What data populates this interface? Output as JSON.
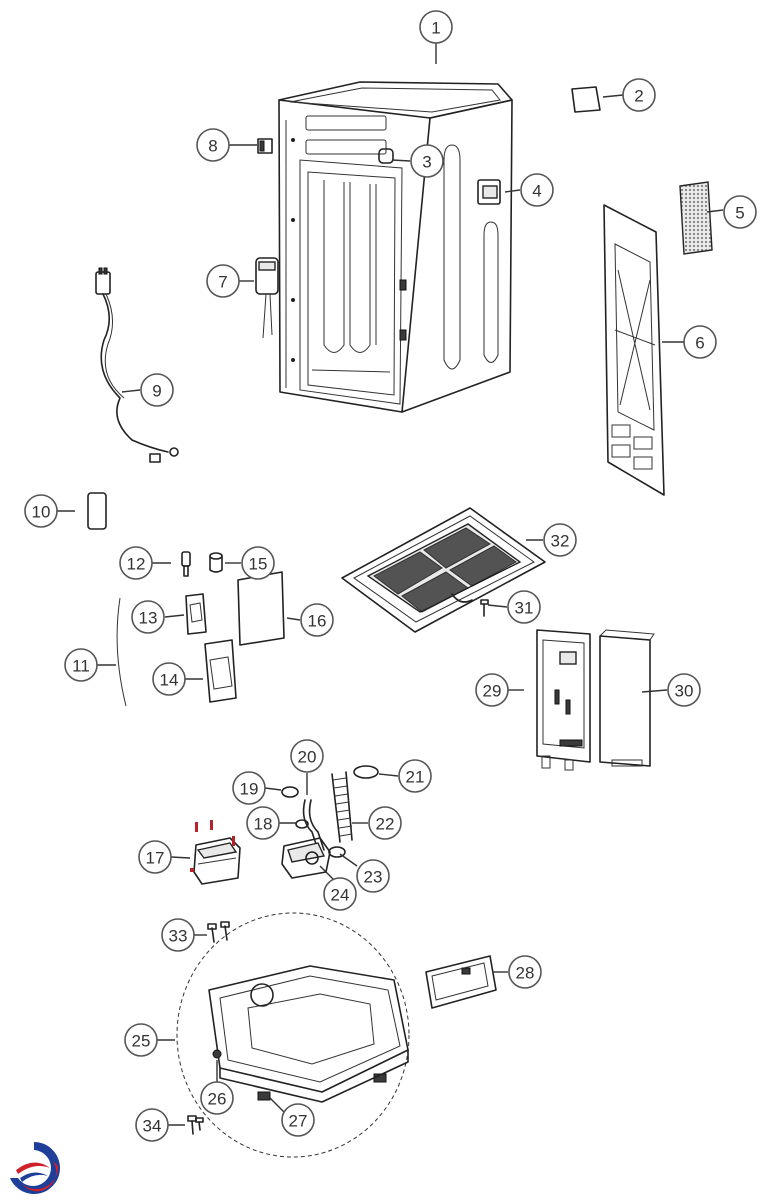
{
  "callouts": [
    {
      "id": "1",
      "label": "1"
    },
    {
      "id": "2",
      "label": "2"
    },
    {
      "id": "3",
      "label": "3"
    },
    {
      "id": "4",
      "label": "4"
    },
    {
      "id": "5",
      "label": "5"
    },
    {
      "id": "6",
      "label": "6"
    },
    {
      "id": "7",
      "label": "7"
    },
    {
      "id": "8",
      "label": "8"
    },
    {
      "id": "9",
      "label": "9"
    },
    {
      "id": "10",
      "label": "10"
    },
    {
      "id": "11",
      "label": "11"
    },
    {
      "id": "12",
      "label": "12"
    },
    {
      "id": "13",
      "label": "13"
    },
    {
      "id": "14",
      "label": "14"
    },
    {
      "id": "15",
      "label": "15"
    },
    {
      "id": "16",
      "label": "16"
    },
    {
      "id": "17",
      "label": "17"
    },
    {
      "id": "18",
      "label": "18"
    },
    {
      "id": "19",
      "label": "19"
    },
    {
      "id": "20",
      "label": "20"
    },
    {
      "id": "21",
      "label": "21"
    },
    {
      "id": "22",
      "label": "22"
    },
    {
      "id": "23",
      "label": "23"
    },
    {
      "id": "24",
      "label": "24"
    },
    {
      "id": "25",
      "label": "25"
    },
    {
      "id": "26",
      "label": "26"
    },
    {
      "id": "27",
      "label": "27"
    },
    {
      "id": "28",
      "label": "28"
    },
    {
      "id": "29",
      "label": "29"
    },
    {
      "id": "30",
      "label": "30"
    },
    {
      "id": "31",
      "label": "31"
    },
    {
      "id": "32",
      "label": "32"
    },
    {
      "id": "33",
      "label": "33"
    },
    {
      "id": "34",
      "label": "34"
    }
  ],
  "colors": {
    "line": "#222222",
    "callout_stroke": "#555555",
    "screw_red": "#b8232b",
    "logo_red": "#d0202a",
    "logo_blue": "#1d3f9a"
  },
  "logo": {
    "icon": "brand-swirl-logo"
  }
}
